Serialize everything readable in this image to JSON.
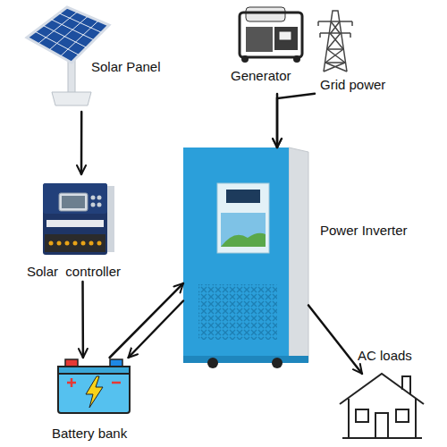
{
  "diagram": {
    "nodes": [
      {
        "text": [
          "Solar Panel"
        ]
      },
      {
        "text": [
          "Generator"
        ]
      },
      {
        "text": [
          "Grid power"
        ]
      },
      {
        "text": [
          "Solar  controller"
        ]
      },
      {
        "text": [
          "Power Inverter"
        ]
      },
      {
        "text": [
          "Battery bank"
        ]
      },
      {
        "text": [
          "AC loads"
        ]
      }
    ],
    "edges": [
      {
        "from": 0,
        "to": 3,
        "arrow": "to"
      },
      {
        "from": 3,
        "to": 5,
        "arrow": "to"
      },
      {
        "from": 5,
        "to": 4,
        "arrow": "to"
      },
      {
        "from": 4,
        "to": 5,
        "arrow": "to"
      },
      {
        "from": 1,
        "to": 4,
        "arrow": "to"
      },
      {
        "from": 2,
        "to": 4,
        "arrow": "to"
      },
      {
        "from": 4,
        "to": 6,
        "arrow": "to"
      }
    ]
  }
}
